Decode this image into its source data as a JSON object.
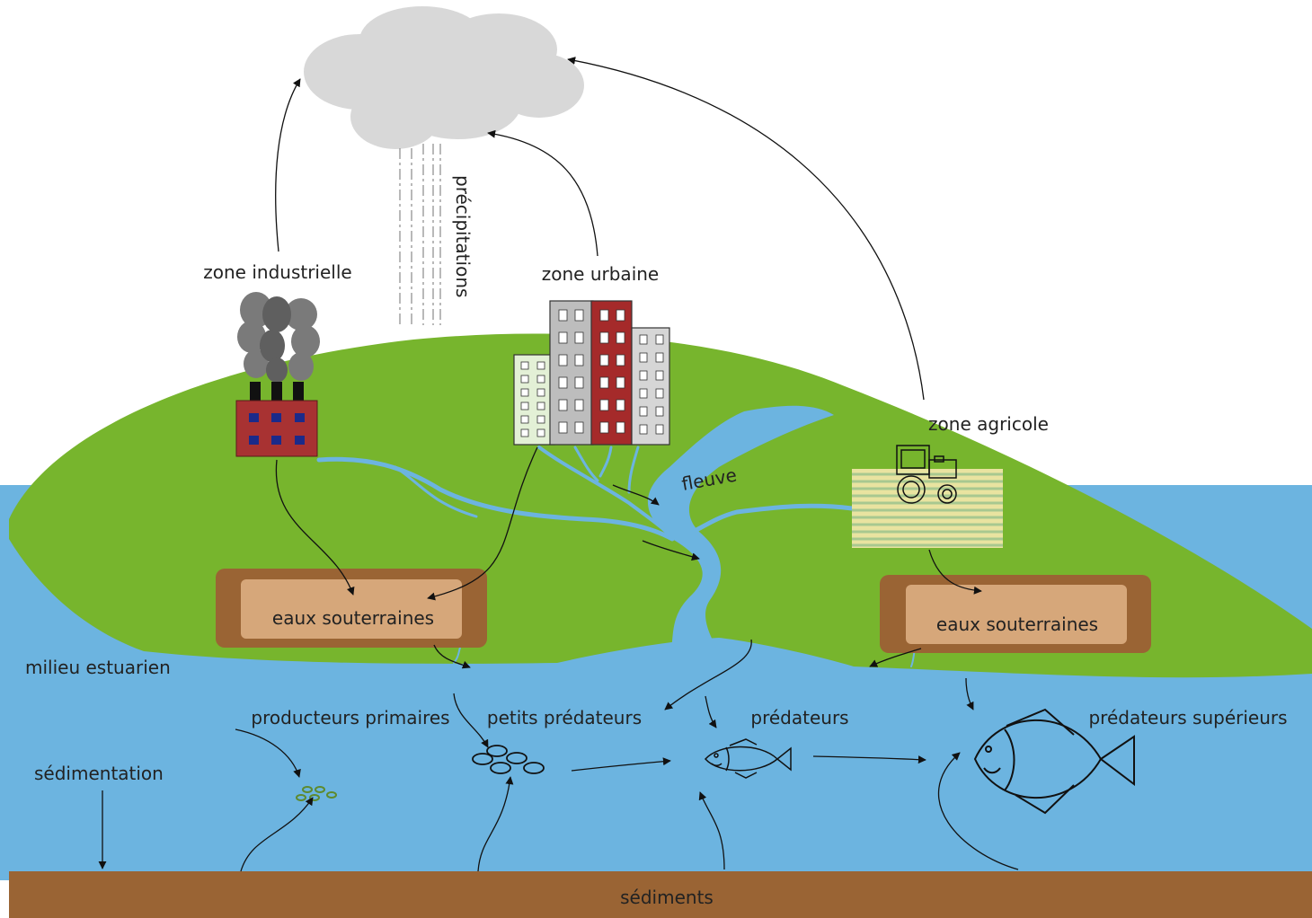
{
  "labels": {
    "zone_industrielle": "zone industrielle",
    "zone_urbaine": "zone urbaine",
    "zone_agricole": "zone agricole",
    "precipitations": "précipitations",
    "fleuve": "fleuve",
    "eaux_souterraines_1": "eaux souterraines",
    "eaux_souterraines_2": "eaux souterraines",
    "milieu_estuarien": "milieu estuarien",
    "sedimentation": "sédimentation",
    "producteurs_primaires": "producteurs primaires",
    "petits_predateurs": "petits prédateurs",
    "predateurs": "prédateurs",
    "predateurs_superieurs": "prédateurs supérieurs",
    "sediments": "sédiments"
  },
  "colors": {
    "water": "#6cb4e0",
    "land": "#77b52d",
    "sediment": "#9a6434",
    "groundwater_outer": "#9a6434",
    "groundwater_inner": "#d6a77a",
    "cloud": "#d8d8d8",
    "smoke": "#7a7a7a",
    "factory": "#a83232",
    "factory_windows": "#1b2a8a",
    "building_red": "#a52a2a",
    "building_grey": "#bdbdbd",
    "building_light": "#e3f0d6",
    "field_stripe_a": "#e9e3a0",
    "field_stripe_b": "#a8c890",
    "plankton": "#5e8a2e"
  }
}
